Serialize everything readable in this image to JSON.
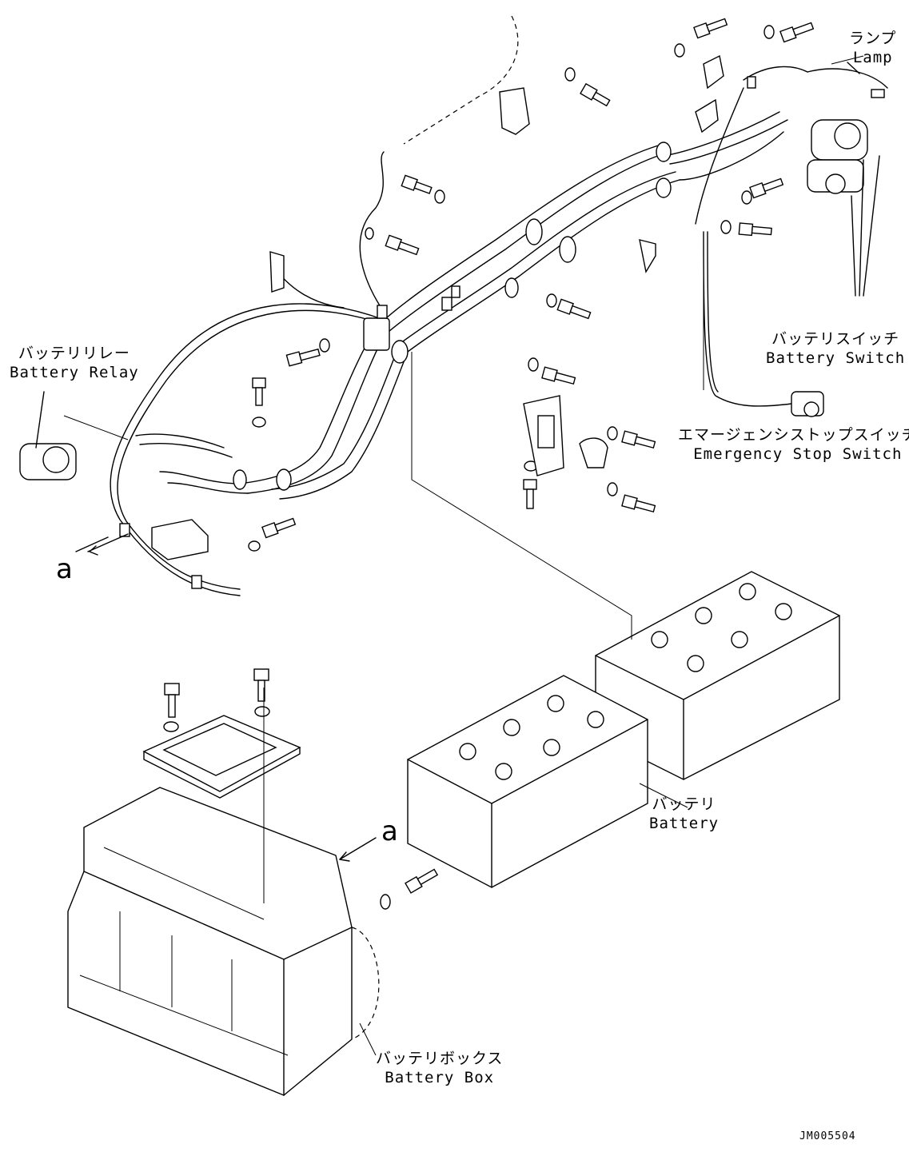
{
  "labels": {
    "lamp": {
      "ja": "ランプ",
      "en": "Lamp"
    },
    "battery_switch": {
      "ja": "バッテリスイッチ",
      "en": "Battery Switch"
    },
    "battery_relay": {
      "ja": "バッテリリレー",
      "en": "Battery Relay"
    },
    "emergency_stop": {
      "ja": "エマージェンシストップスイッチ",
      "en": "Emergency Stop Switch"
    },
    "battery": {
      "ja": "バッテリ",
      "en": "Battery"
    },
    "battery_box": {
      "ja": "バッテリボックス",
      "en": "Battery Box"
    }
  },
  "view_markers": {
    "upper": "a",
    "lower": "a"
  },
  "drawing_code": "JM005504"
}
